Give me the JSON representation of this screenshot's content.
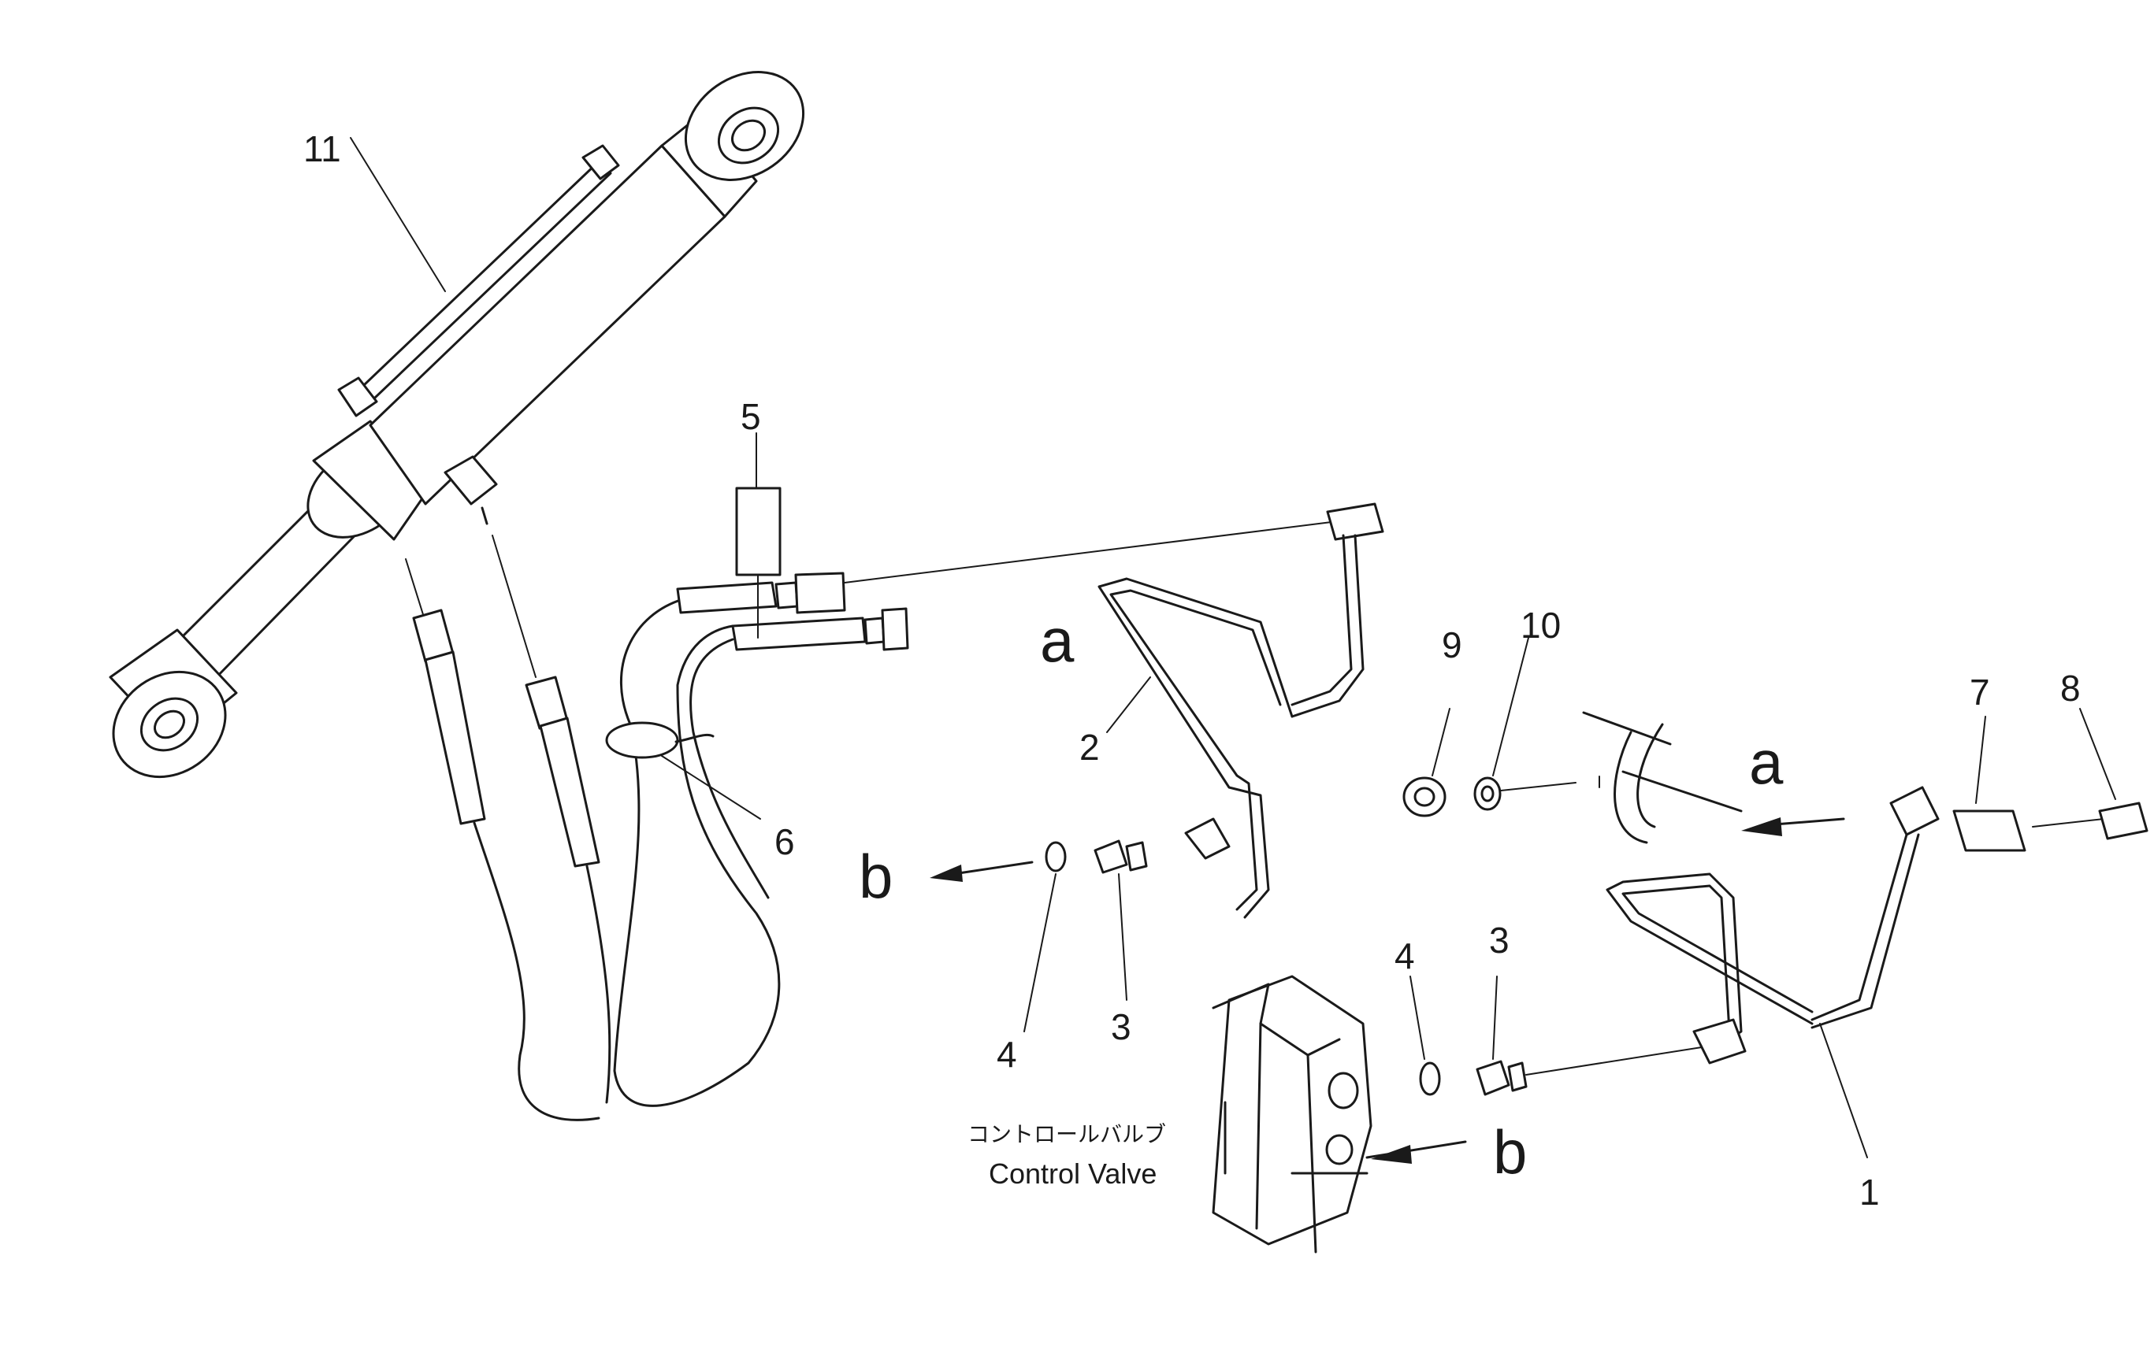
{
  "part_labels": [
    "11",
    "5",
    "2",
    "6",
    "9",
    "10",
    "7",
    "8",
    "4",
    "3",
    "4",
    "3",
    "1"
  ],
  "arrow_labels": [
    "a",
    "a",
    "b",
    "b"
  ],
  "control_valve": {
    "label_jp": "コントロールバルブ",
    "label_en": "Control Valve"
  }
}
